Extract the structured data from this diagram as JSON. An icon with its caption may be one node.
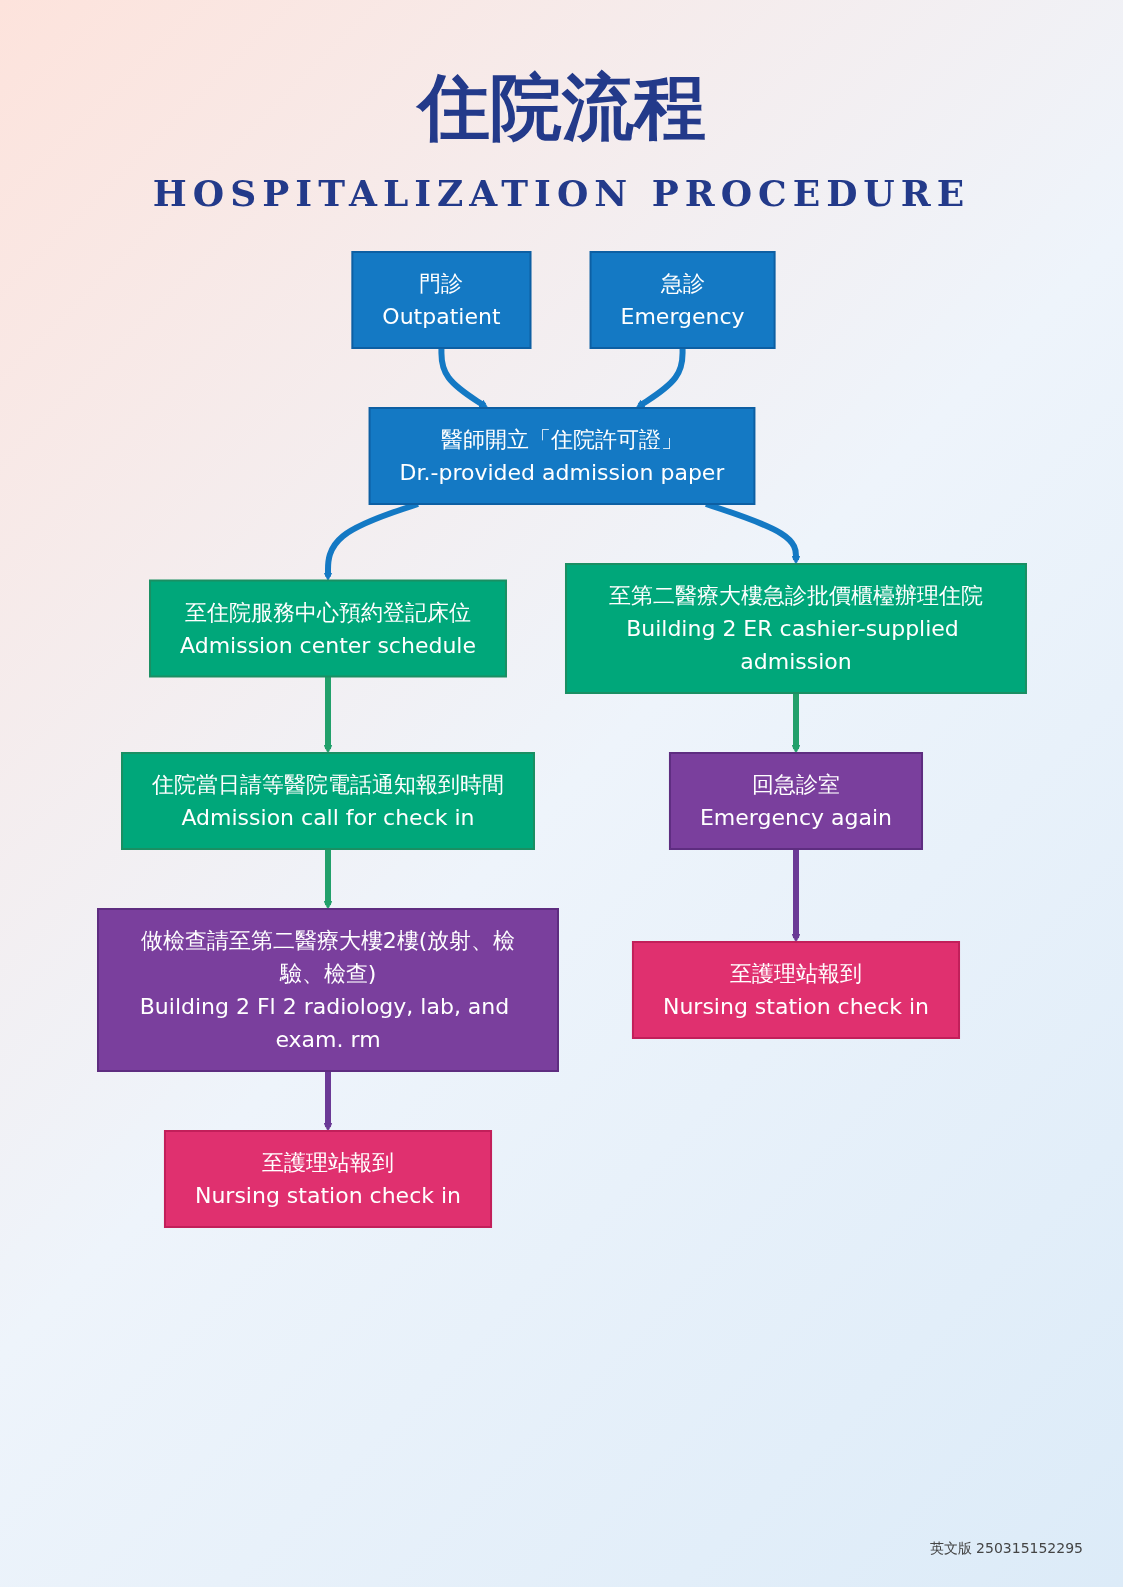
{
  "diagram": {
    "title": "住院流程",
    "nodes": [
      {
        "text": [
          "門診",
          "Outpatient"
        ]
      },
      {
        "text": [
          "急診",
          "Emergency"
        ]
      },
      {
        "text": [
          "醫師開立「住院許可證」",
          "Dr.-provided admission paper"
        ]
      },
      {
        "text": [
          "至住院服務中心預約登記床位",
          "Admission center schedule"
        ]
      },
      {
        "text": [
          "至第二醫療大樓急診批價櫃檯辦理住院",
          "Building 2 ER cashier-supplied admission"
        ]
      },
      {
        "text": [
          "住院當日請等醫院電話通知報到時間",
          "Admission call for check in"
        ]
      },
      {
        "text": [
          "回急診室",
          "Emergency again"
        ]
      },
      {
        "text": [
          "做檢查請至第二醫療大樓2樓(放射、檢驗、檢查)",
          "Building 2 Fl 2 radiology, lab, and exam. rm"
        ]
      },
      {
        "text": [
          "至護理站報到",
          "Nursing station check in"
        ]
      },
      {
        "text": [
          "至護理站報到",
          "Nursing station check in"
        ]
      }
    ],
    "edges": [
      {
        "from": 0,
        "to": 2,
        "arrow": "to"
      },
      {
        "from": 1,
        "to": 2,
        "arrow": "to"
      },
      {
        "from": 2,
        "to": 3,
        "arrow": "to"
      },
      {
        "from": 2,
        "to": 4,
        "arrow": "to"
      },
      {
        "from": 3,
        "to": 5,
        "arrow": "to",
        "color": "#22a06b"
      },
      {
        "from": 4,
        "to": 6,
        "arrow": "to",
        "color": "#22a06b"
      },
      {
        "from": 5,
        "to": 7,
        "arrow": "to",
        "color": "#22a06b"
      },
      {
        "from": 6,
        "to": 8,
        "arrow": "to",
        "color": "#6b3a96"
      },
      {
        "from": 7,
        "to": 9,
        "arrow": "to",
        "color": "#6b3a96"
      }
    ],
    "labels": [
      "HOSPITALIZATION PROCEDURE",
      "英文版",
      "250315152295"
    ]
  }
}
